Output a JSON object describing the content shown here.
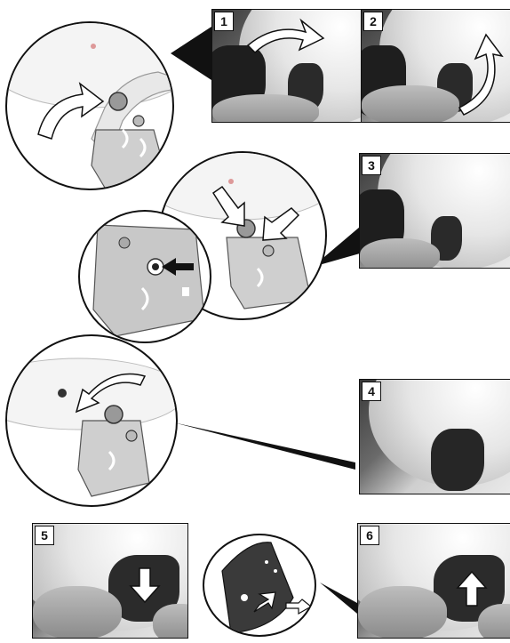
{
  "steps": {
    "s1": "1",
    "s2": "2",
    "s3": "3",
    "s4": "4",
    "s5": "5",
    "s6": "6"
  },
  "icons": {
    "curved_arrow": "curved-arrow-icon",
    "straight_arrow": "straight-arrow-icon"
  }
}
